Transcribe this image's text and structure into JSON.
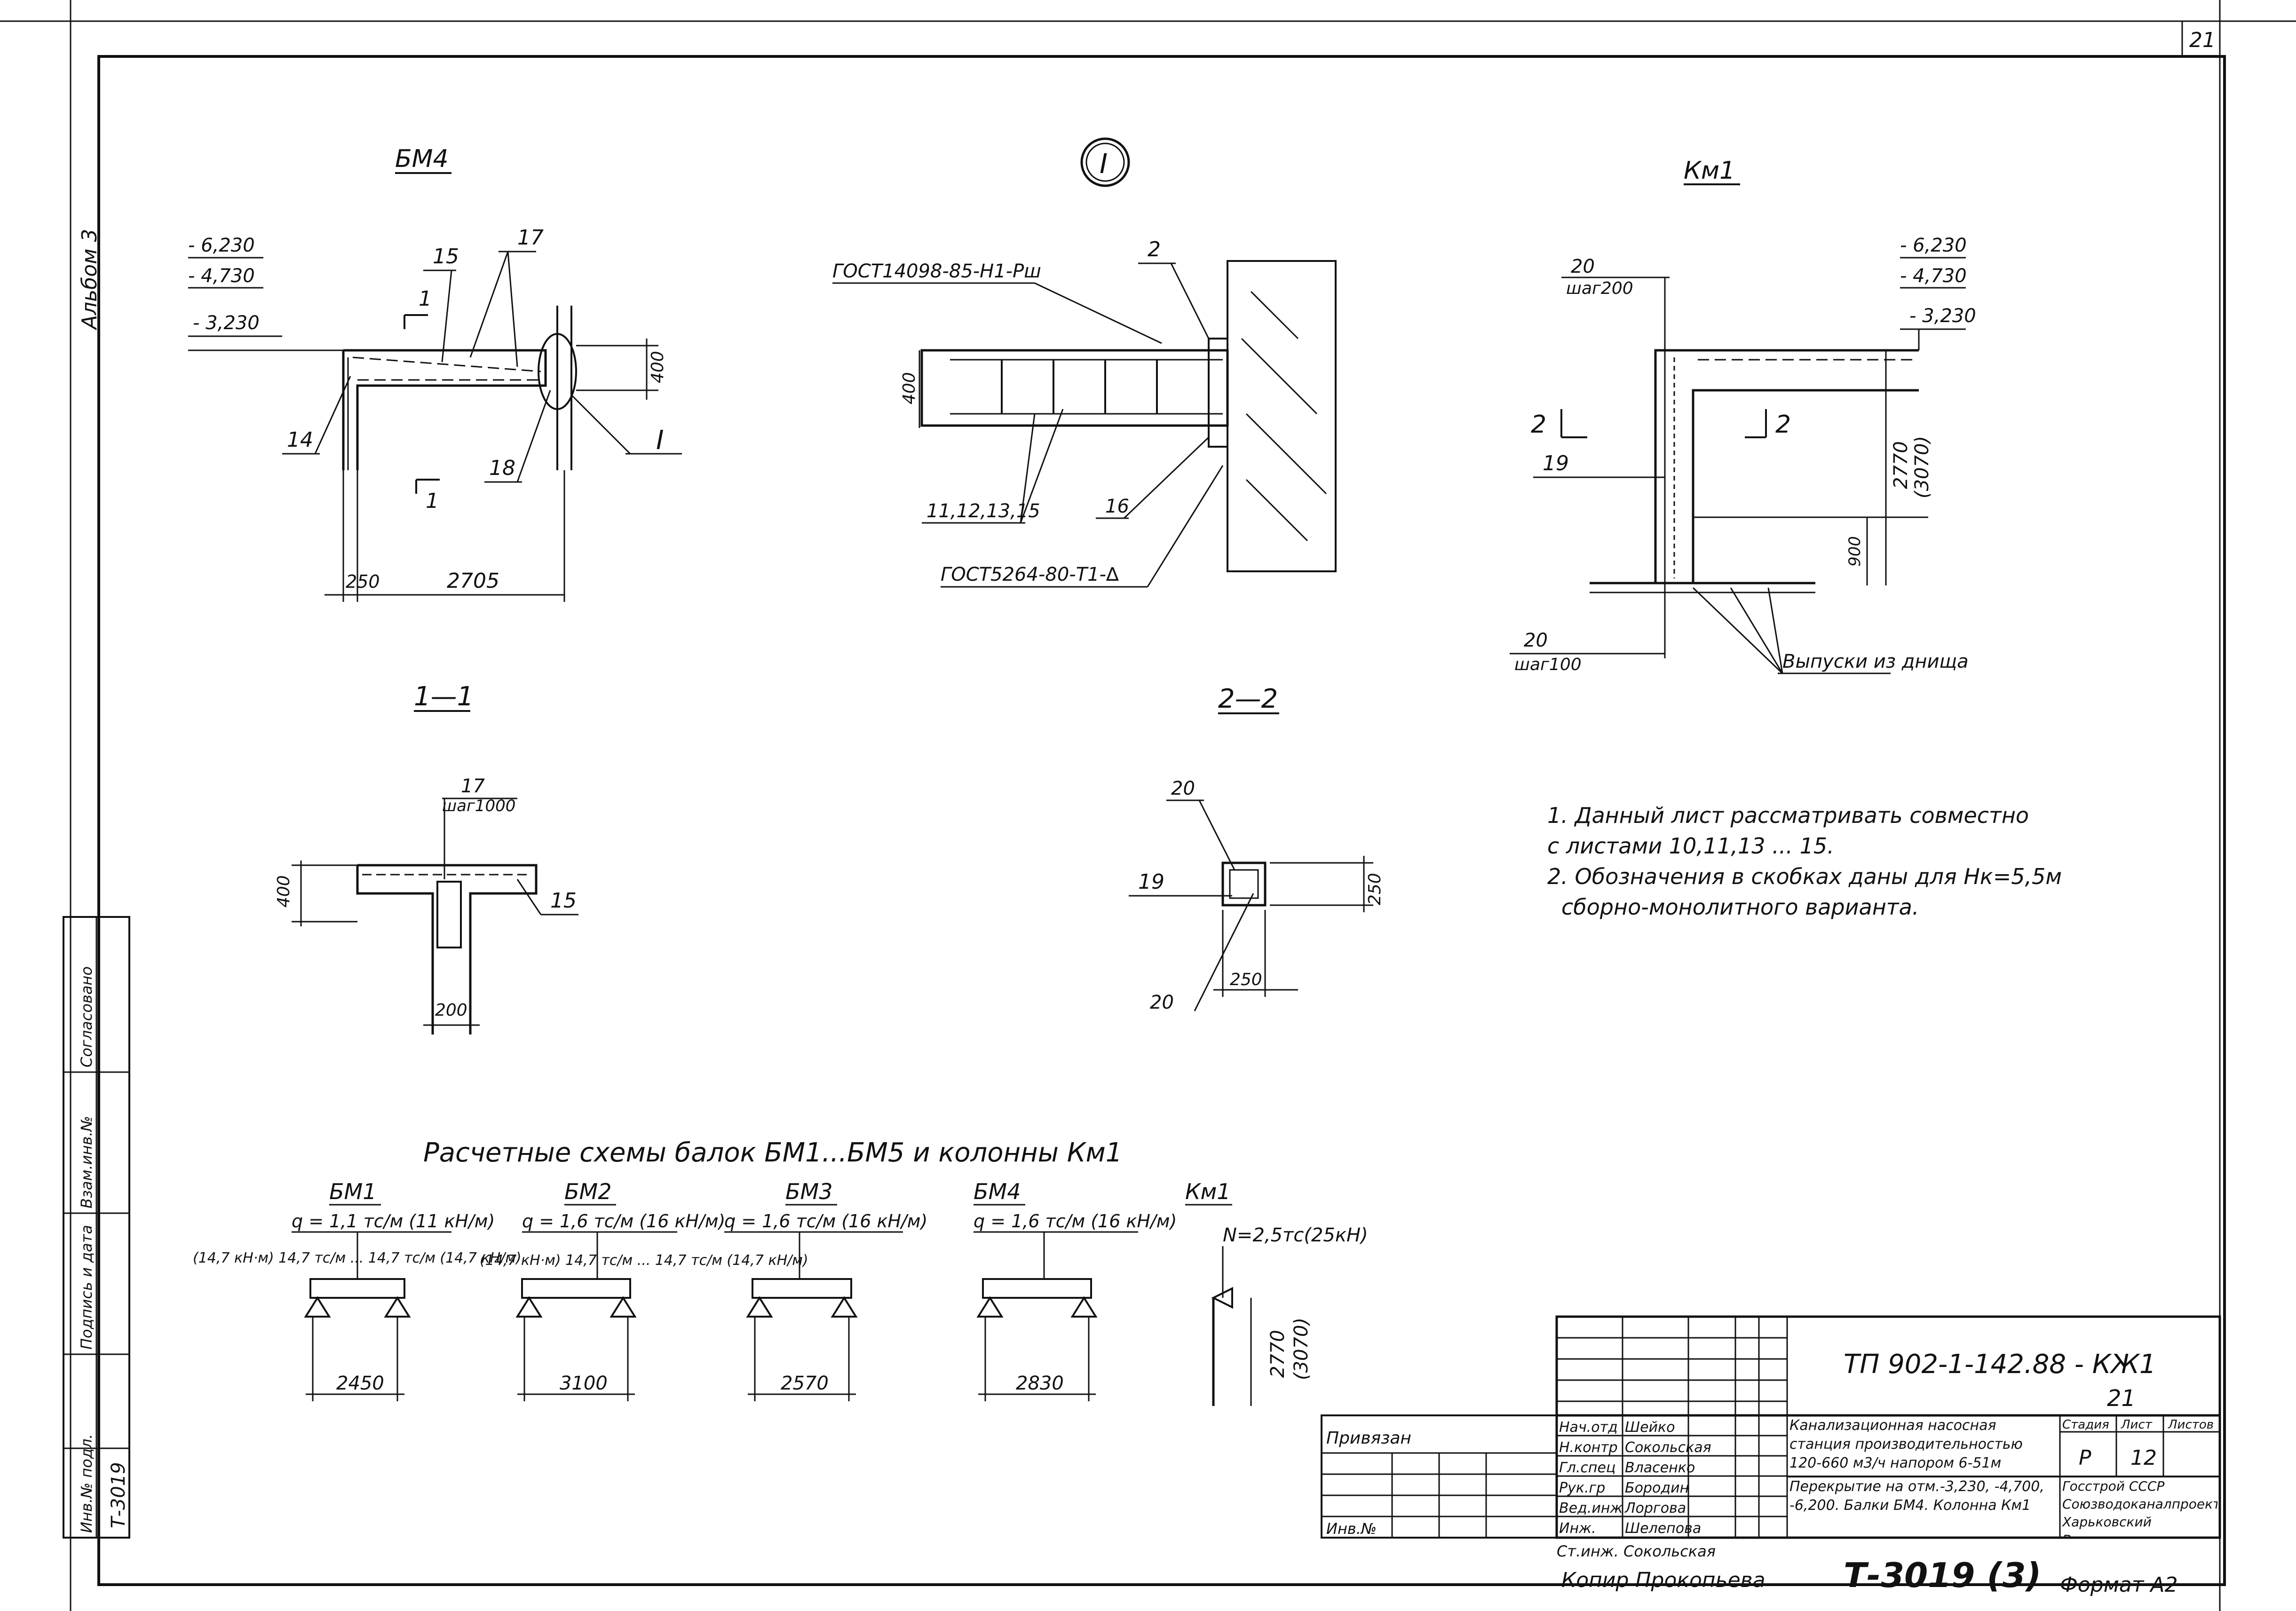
{
  "header": {
    "sheet_corner": "21",
    "album": "Альбом 3"
  },
  "bm4_view": {
    "title": "БМ4",
    "levels": [
      "- 6,230",
      "- 4,730",
      "- 3,230"
    ],
    "labels": [
      "15",
      "17",
      "1",
      "14",
      "18",
      "1",
      "I"
    ],
    "dim_height": "400",
    "dims": [
      "250",
      "2705"
    ]
  },
  "node_view": {
    "mark": "I",
    "standard_top": "ГОСТ14098-85-Н1-Рш",
    "standard_bottom": "ГОСТ5264-80-Т1-∆",
    "labels": [
      "2",
      "11,12,13,15",
      "16"
    ],
    "dim_height": "400"
  },
  "km1_view": {
    "title": "Км1",
    "top_bar": "20",
    "top_step": "шаг200",
    "levels": [
      "- 6,230",
      "- 4,730",
      "- 3,230"
    ],
    "section_marks": [
      "2",
      "2"
    ],
    "bar": "19",
    "dim_height": "2770",
    "dim_height_alt": "(3070)",
    "dim_bottom": "900",
    "bottom_bar": "20",
    "bottom_step": "шаг100",
    "note": "Выпуски из днища"
  },
  "section_1_1": {
    "title": "1—1",
    "bar": "17",
    "step": "шаг1000",
    "dim_height": "400",
    "label_right": "15",
    "width": "200"
  },
  "section_2_2": {
    "title": "2—2",
    "bar_top": "20",
    "bar_left": "19",
    "bar_bottom": "20",
    "height": "250",
    "width": "250"
  },
  "notes": [
    "1. Данный лист рассматривать совместно",
    "с листами 10,11,13 ... 15.",
    "2. Обозначения в скобках даны для Нк=5,5м",
    "сборно-монолитного варианта."
  ],
  "schemes": {
    "title": "Расчетные схемы балок БМ1...БМ5 и колонны Км1",
    "beams": [
      {
        "name": "БМ1",
        "load": "q = 1,1 тс/м (11 кН/м)",
        "moments": "(14,7 кН·м) 14,7 тс/м ... 14,7 тс/м (14,7 кН/м)",
        "span": "2450"
      },
      {
        "name": "БМ2",
        "load": "q = 1,6 тс/м (16 кН/м)",
        "moments": "(14,7 кН·м) 14,7 тс/м ... 14,7 тс/м (14,7 кН/м)",
        "span": "3100"
      },
      {
        "name": "БМ3",
        "load": "q = 1,6 тс/м (16 кН/м)",
        "moments": "",
        "span": "2570"
      },
      {
        "name": "БМ4",
        "load": "q = 1,6 тс/м (16 кН/м)",
        "moments": "",
        "span": "2830"
      }
    ],
    "column": {
      "name": "Км1",
      "load": "N=2,5тс(25кН)",
      "height": "2770",
      "height_alt": "(3070)"
    }
  },
  "title_block": {
    "code": "ТП 902-1-142.88 - КЖ1",
    "sheet_num": "21",
    "privyazan": "Привязан",
    "inv": "Инв.№",
    "roles": [
      "Нач.отд",
      "Н.контр",
      "Гл.спец",
      "Рук.гр",
      "Вед.инж",
      "Инж."
    ],
    "names": [
      "Шейко",
      "Сокольская",
      "Власенко",
      "Бородин",
      "Лоргова",
      "Шелепова"
    ],
    "project": "Канализационная насосная станция производительностью 120-660 м3/ч напором 6-51м",
    "sheet_title": "Перекрытие на отм.-3,230, -4,700, -6,200. Балки БМ4. Колонна Км1",
    "stage_label": "Стадия",
    "stage": "Р",
    "list_label": "Лист",
    "list": "12",
    "lists_label": "Листов",
    "org": "Госстрой СССР Союзводоканалпроект Харьковский Водоканалпроект",
    "signature_line": "Ст.инж. Сокольская",
    "copy": "Копир Прокопьева",
    "stamp": "Т-3019 (3)",
    "format": "Формат А2"
  },
  "side_stamp": {
    "field1": "Согласовано",
    "field2": "Взам.инв.№",
    "field3": "Подпись и дата",
    "field4": "Инв.№ подл.",
    "field5": "Т-3019"
  }
}
